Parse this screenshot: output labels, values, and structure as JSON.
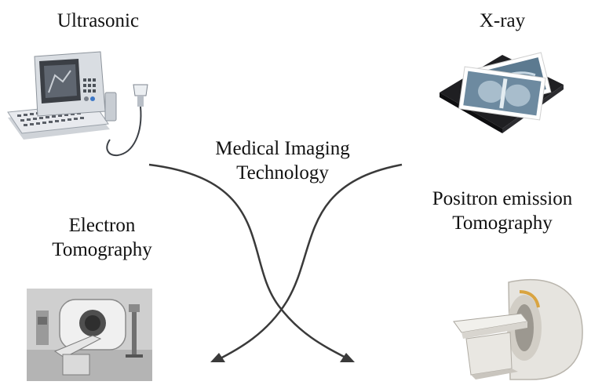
{
  "labels": {
    "ultrasonic": "Ultrasonic",
    "xray": "X-ray",
    "center_line1": "Medical Imaging",
    "center_line2": "Technology",
    "electron_line1": "Electron",
    "electron_line2": "Tomography",
    "pet_line1": "Positron emission",
    "pet_line2": "Tomography"
  },
  "icons": {
    "ultrasound": "ultrasound-machine-icon",
    "xray": "xray-films-icon",
    "ct": "ct-scanner-photo-icon",
    "pet": "pet-scanner-icon"
  },
  "colors": {
    "arrow": "#3a3a3a",
    "text": "#111111"
  }
}
